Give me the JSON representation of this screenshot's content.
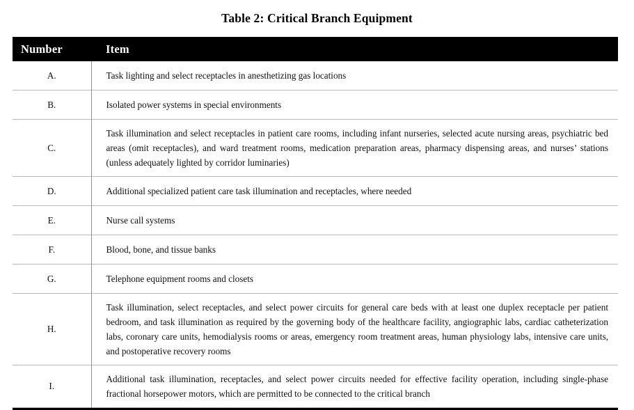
{
  "title": "Table 2: Critical Branch Equipment",
  "table": {
    "columns": {
      "number": "Number",
      "item": "Item"
    },
    "rows": [
      {
        "number": "A.",
        "item": "Task lighting and select receptacles in anesthetizing gas locations",
        "multiline": false
      },
      {
        "number": "B.",
        "item": "Isolated power systems in special environments",
        "multiline": false
      },
      {
        "number": "C.",
        "item": "Task illumination and select receptacles in patient care rooms, including infant nurseries, selected acute nursing areas, psychiatric bed areas (omit receptacles), and ward treatment rooms, medication preparation areas, pharmacy dispensing areas, and nurses’ stations (unless adequately lighted by corridor luminaries)",
        "multiline": true
      },
      {
        "number": "D.",
        "item": "Additional specialized patient care task illumination and receptacles, where needed",
        "multiline": false
      },
      {
        "number": "E.",
        "item": "Nurse call systems",
        "multiline": false
      },
      {
        "number": "F.",
        "item": "Blood, bone, and tissue banks",
        "multiline": false
      },
      {
        "number": "G.",
        "item": "Telephone equipment rooms and closets",
        "multiline": false
      },
      {
        "number": "H.",
        "item": "Task illumination, select receptacles, and select power circuits for general care beds with at least one duplex receptacle per patient bedroom, and task illumination as required by the governing body of the healthcare facility, angiographic labs, cardiac catheterization labs, coronary care units, hemodialysis rooms or areas, emergency room treatment areas, human physiology labs, intensive care units, and postoperative recovery rooms",
        "multiline": true
      },
      {
        "number": "I.",
        "item": "Additional task illumination, receptacles, and select power circuits needed for effective facility operation, including single-phase fractional horsepower motors, which are permitted to be connected to the critical branch",
        "multiline": true
      }
    ]
  },
  "colors": {
    "header_background": "#000000",
    "header_text": "#ffffff",
    "body_text": "#111111",
    "row_separator": "#b9b9b9",
    "column_divider": "#8f8f8f",
    "table_bottom_border": "#000000",
    "page_background": "#ffffff"
  }
}
